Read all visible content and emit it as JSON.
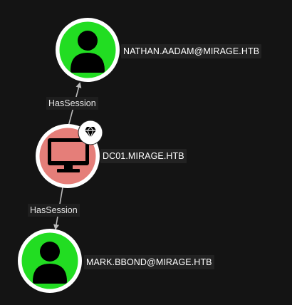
{
  "graph": {
    "nodes": [
      {
        "id": "nathan",
        "kind": "user",
        "label": "NATHAN.AADAM@MIRAGE.HTB",
        "icon": "user-icon",
        "fill": "#22dd22"
      },
      {
        "id": "dc01",
        "kind": "computer",
        "label": "DC01.MIRAGE.HTB",
        "icon": "monitor-icon",
        "fill": "#e57e79",
        "badge_icon": "diamond-icon"
      },
      {
        "id": "mark",
        "kind": "user",
        "label": "MARK.BBOND@MIRAGE.HTB",
        "icon": "user-icon",
        "fill": "#22dd22"
      }
    ],
    "edges": [
      {
        "from": "dc01",
        "to": "nathan",
        "label": "HasSession"
      },
      {
        "from": "dc01",
        "to": "mark",
        "label": "HasSession"
      }
    ]
  },
  "colors": {
    "background": "#141414",
    "user_node": "#22dd22",
    "computer_node": "#e57e79",
    "node_ring": "#ffffff",
    "edge": "#bbbbbb",
    "label_bg": "#222222",
    "label_text": "#ffffff",
    "icon": "#000000"
  }
}
